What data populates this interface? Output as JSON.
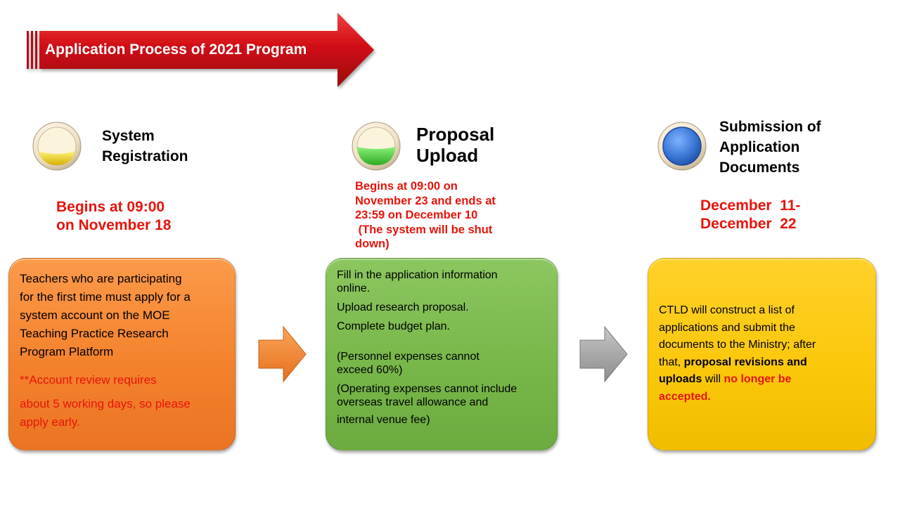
{
  "header": {
    "title": "Application Process of 2021 Program",
    "color": "#d10d14"
  },
  "steps": [
    {
      "title_lines": [
        "System",
        "Registration"
      ],
      "icon": "yellow-disc-icon",
      "icon_color": "#f2cf00",
      "date_lines": [
        "Begins at 09:00",
        "on November 18"
      ],
      "box_color": "#f4822d",
      "box": {
        "paragraph_lines": [
          "Teachers who are participating",
          "for the first time must apply for a",
          "system account on the MOE",
          "Teaching  Practice Research",
          "Program Platform"
        ],
        "note_lines": [
          "**Account  review requires",
          "about 5 working days, so please",
          "apply early."
        ]
      }
    },
    {
      "title_lines": [
        "Proposal",
        "Upload"
      ],
      "icon": "green-disc-icon",
      "icon_color": "#46c93a",
      "date_lines": [
        "Begins at 09:00 on",
        "November 23 and ends at",
        "23:59 on December 10",
        " (The system will be shut",
        "down)"
      ],
      "box_color": "#78b74a",
      "box": {
        "line1": "Fill in the application information",
        "line2": "online.",
        "line3": "Upload research proposal.",
        "line4": "Complete budget plan.",
        "line5": "(Personnel expenses cannot",
        "line6": "exceed 60%)",
        "line7": "(Operating expenses cannot include",
        "line8": "overseas travel allowance and",
        "line9": "internal venue fee)"
      }
    },
    {
      "title_lines": [
        "Submission of",
        "Application",
        "Documents"
      ],
      "icon": "blue-disc-icon",
      "icon_color": "#3c7ad8",
      "date_lines": [
        "December  11-",
        "December  22"
      ],
      "box_color": "#fbc80c",
      "box": {
        "line1": "CTLD will construct a list of",
        "line2": "applications and submit the",
        "line3": "documents to the Ministry; after",
        "line4_plain": "that, ",
        "line4_bold": "proposal revisions and",
        "line5_bold": "uploads",
        "line5_plain": " will ",
        "line5_red": "no longer be",
        "line6_red": "accepted."
      }
    }
  ],
  "connectors": [
    {
      "icon": "orange-right-arrow-icon",
      "color": "#f4822d"
    },
    {
      "icon": "gray-right-arrow-icon",
      "color": "#a0a0a0"
    }
  ]
}
